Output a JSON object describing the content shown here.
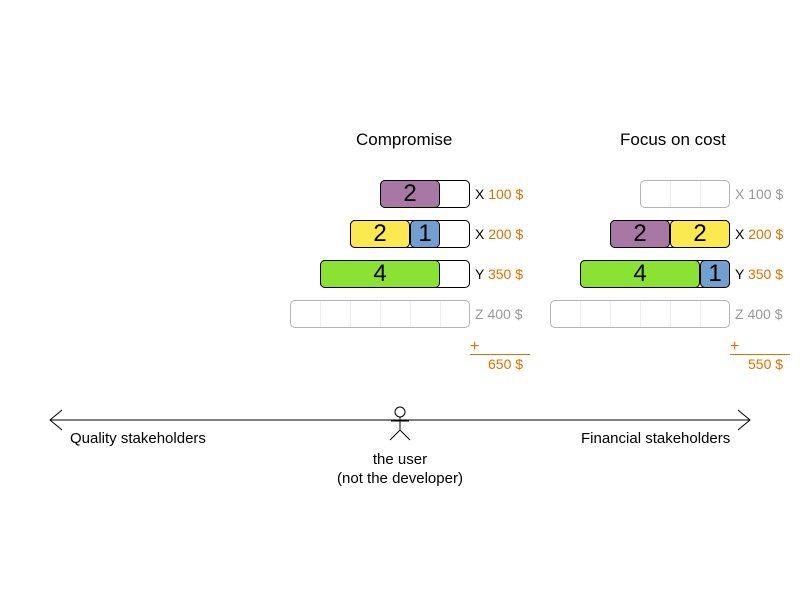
{
  "colors": {
    "purple": "#a678a3",
    "yellow": "#fce94f",
    "blue": "#729fcf",
    "green": "#8ae234",
    "cost": "#e07000",
    "unused": "#999999"
  },
  "panels": [
    {
      "title": "Compromise",
      "rows": [
        {
          "name": "X",
          "cost": "100 $",
          "used": true,
          "processes": [
            {
              "label": "2",
              "color": "purple",
              "size": 2
            }
          ]
        },
        {
          "name": "X",
          "cost": "200 $",
          "used": true,
          "processes": [
            {
              "label": "2",
              "color": "yellow",
              "size": 2
            },
            {
              "label": "1",
              "color": "blue",
              "size": 1
            }
          ]
        },
        {
          "name": "Y",
          "cost": "350 $",
          "used": true,
          "processes": [
            {
              "label": "4",
              "color": "green",
              "size": 4
            }
          ]
        },
        {
          "name": "Z",
          "cost": "400 $",
          "used": false,
          "processes": []
        }
      ],
      "plus": "+",
      "total": "650 $"
    },
    {
      "title": "Focus on cost",
      "rows": [
        {
          "name": "X",
          "cost": "100 $",
          "used": false,
          "processes": []
        },
        {
          "name": "X",
          "cost": "200 $",
          "used": true,
          "processes": [
            {
              "label": "2",
              "color": "purple",
              "size": 2
            },
            {
              "label": "2",
              "color": "yellow",
              "size": 2
            }
          ]
        },
        {
          "name": "Y",
          "cost": "350 $",
          "used": true,
          "processes": [
            {
              "label": "4",
              "color": "green",
              "size": 4
            },
            {
              "label": "1",
              "color": "blue",
              "size": 1
            }
          ]
        },
        {
          "name": "Z",
          "cost": "400 $",
          "used": false,
          "processes": []
        }
      ],
      "plus": "+",
      "total": "550 $"
    }
  ],
  "axis": {
    "left_label": "Quality stakeholders",
    "right_label": "Financial stakeholders",
    "user_label_line1": "the user",
    "user_label_line2": "(not the developer)",
    "user_icon": "stick-figure-icon"
  }
}
